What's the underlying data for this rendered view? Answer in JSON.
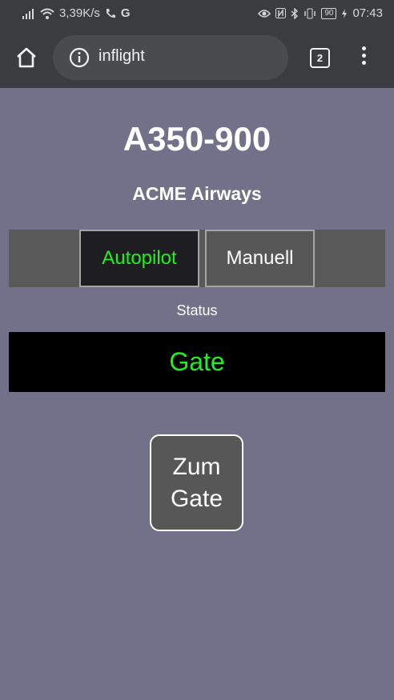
{
  "status_bar": {
    "speed": "3,39K/s",
    "battery": "90",
    "time": "07:43"
  },
  "browser": {
    "url": "inflight",
    "tab_count": "2"
  },
  "page": {
    "title": "A350-900",
    "subtitle": "ACME Airways",
    "modes": {
      "autopilot": "Autopilot",
      "manual": "Manuell"
    },
    "status_label": "Status",
    "status_value": "Gate",
    "action_button": "Zum Gate"
  },
  "colors": {
    "background": "#727189",
    "active_text": "#1ff01f",
    "status_box": "#000000"
  }
}
